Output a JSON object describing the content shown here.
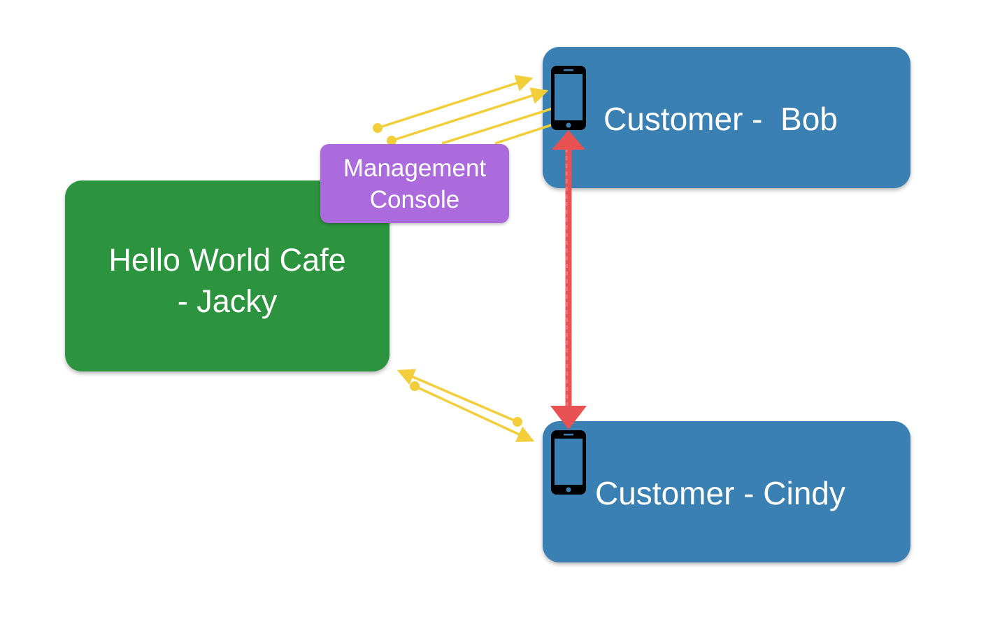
{
  "nodes": {
    "cafe": {
      "line1": "Hello World Cafe",
      "line2": "- Jacky"
    },
    "console": {
      "line1": "Management",
      "line2": "Console"
    },
    "bob": {
      "label": "Customer -  Bob"
    },
    "cindy": {
      "label": "Customer - Cindy"
    }
  },
  "icons": [
    "phone-icon",
    "phone-icon"
  ],
  "colors": {
    "cafe": "#2c943f",
    "customer": "#3a80b2",
    "console": "#ab6bdc",
    "arrow_yellow": "#f2cf3a",
    "arrow_red": "#e85252"
  }
}
